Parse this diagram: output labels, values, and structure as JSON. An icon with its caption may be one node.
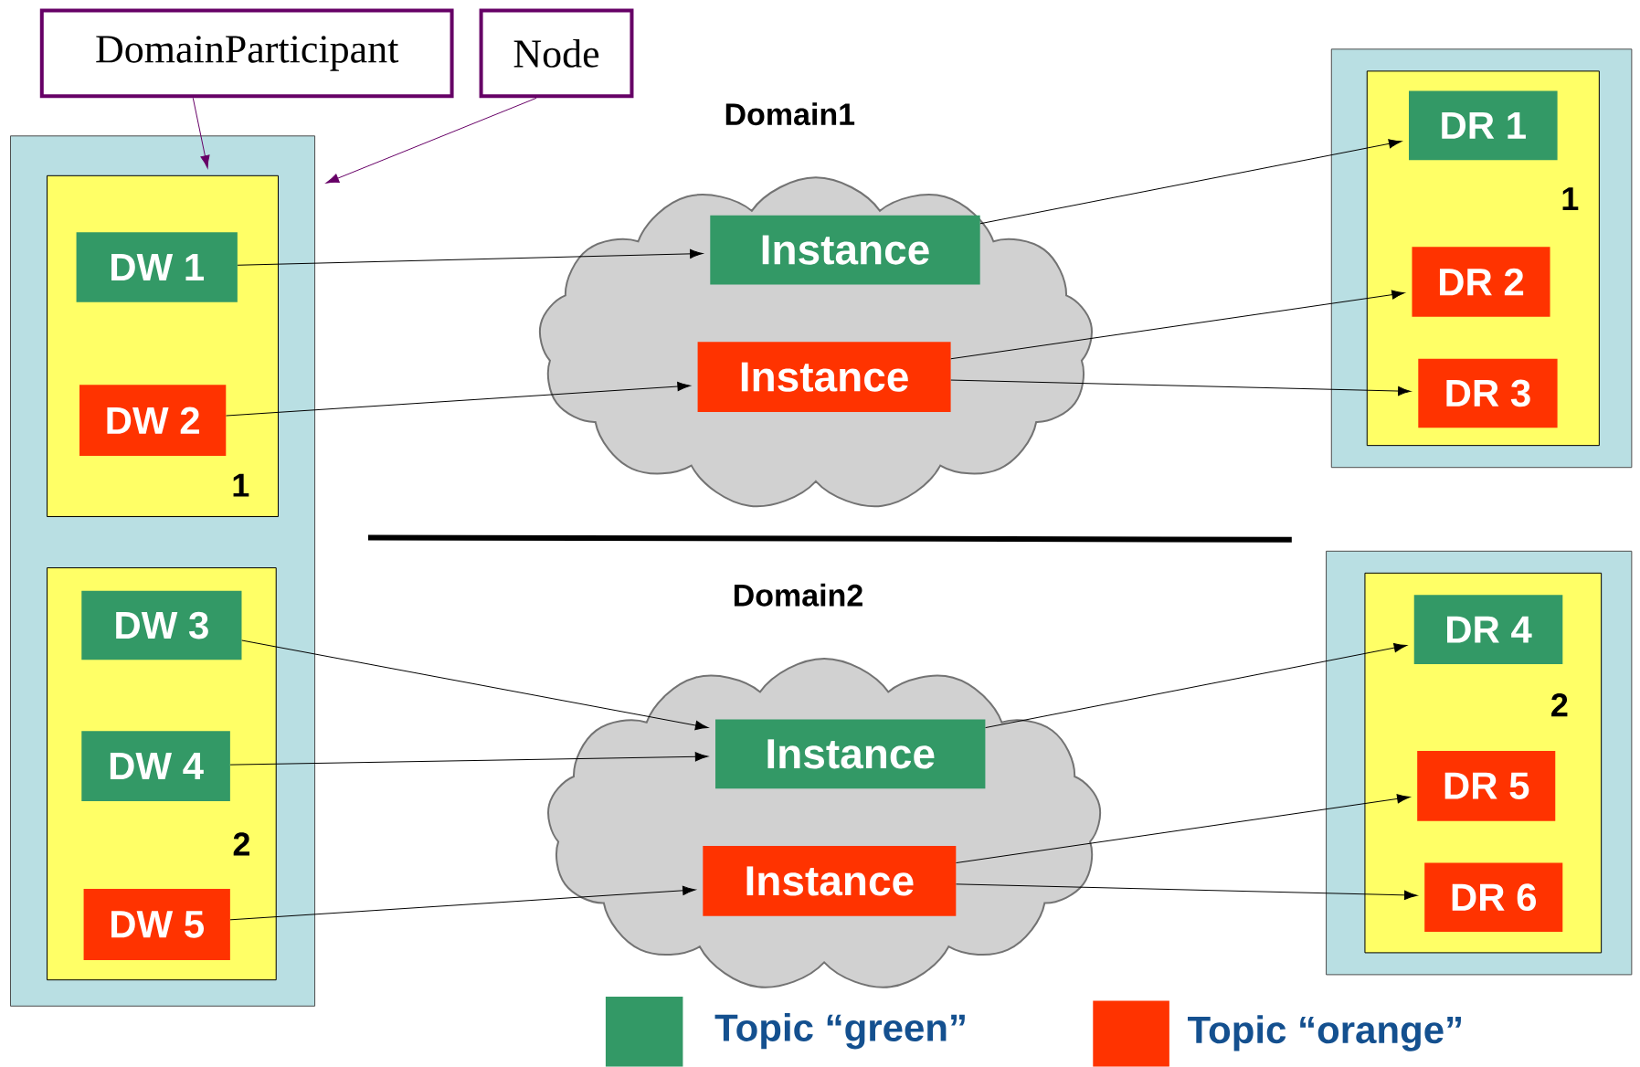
{
  "diagram": {
    "nodes": [
      {
        "text": [
          "DomainParticipant"
        ]
      },
      {
        "text": [
          "Node"
        ]
      },
      {
        "text": [],
        "shape": "box"
      },
      {
        "text": [
          "1"
        ],
        "in": 2
      },
      {
        "text": [
          "DW 1"
        ],
        "in": 3
      },
      {
        "text": [
          "DW 2"
        ],
        "in": 3
      },
      {
        "text": [
          "2"
        ],
        "in": 2
      },
      {
        "text": [
          "DW 3"
        ],
        "in": 6
      },
      {
        "text": [
          "DW 4"
        ],
        "in": 6
      },
      {
        "text": [
          "DW 5"
        ],
        "in": 6
      },
      {
        "text": [
          "Domain1"
        ]
      },
      {
        "text": [
          "Instance"
        ],
        "in": 10
      },
      {
        "text": [
          "Instance"
        ],
        "in": 10
      },
      {
        "text": [
          "Domain2"
        ]
      },
      {
        "text": [
          "Instance"
        ],
        "in": 13
      },
      {
        "text": [
          "Instance"
        ],
        "in": 13
      },
      {
        "text": [],
        "shape": "box"
      },
      {
        "text": [
          "1"
        ],
        "in": 16
      },
      {
        "text": [
          "DR 1"
        ],
        "in": 17
      },
      {
        "text": [
          "DR 2"
        ],
        "in": 17
      },
      {
        "text": [
          "DR 3"
        ],
        "in": 17
      },
      {
        "text": [],
        "shape": "box"
      },
      {
        "text": [
          "2"
        ],
        "in": 21
      },
      {
        "text": [
          "DR 4"
        ],
        "in": 22
      },
      {
        "text": [
          "DR 5"
        ],
        "in": 22
      },
      {
        "text": [
          "DR 6"
        ],
        "in": 22
      }
    ],
    "edges": [
      {
        "from": 0,
        "to": 3,
        "arrow": "to",
        "color": "#660066"
      },
      {
        "from": 1,
        "to": 2,
        "arrow": "to",
        "color": "#660066"
      },
      {
        "from": 4,
        "to": 11,
        "arrow": "to"
      },
      {
        "from": 5,
        "to": 12,
        "arrow": "to"
      },
      {
        "from": 7,
        "to": 14,
        "arrow": "to"
      },
      {
        "from": 8,
        "to": 14,
        "arrow": "to"
      },
      {
        "from": 9,
        "to": 15,
        "arrow": "to"
      },
      {
        "from": 11,
        "to": 18,
        "arrow": "to"
      },
      {
        "from": 12,
        "to": 19,
        "arrow": "to"
      },
      {
        "from": 12,
        "to": 20,
        "arrow": "to"
      },
      {
        "from": 14,
        "to": 23,
        "arrow": "to"
      },
      {
        "from": 15,
        "to": 24,
        "arrow": "to"
      },
      {
        "from": 15,
        "to": 25,
        "arrow": "to"
      }
    ],
    "legend": [
      {
        "text": "Topic “green”",
        "color": "#339966"
      },
      {
        "text": "Topic “orange”",
        "color": "#ff3300"
      }
    ]
  }
}
